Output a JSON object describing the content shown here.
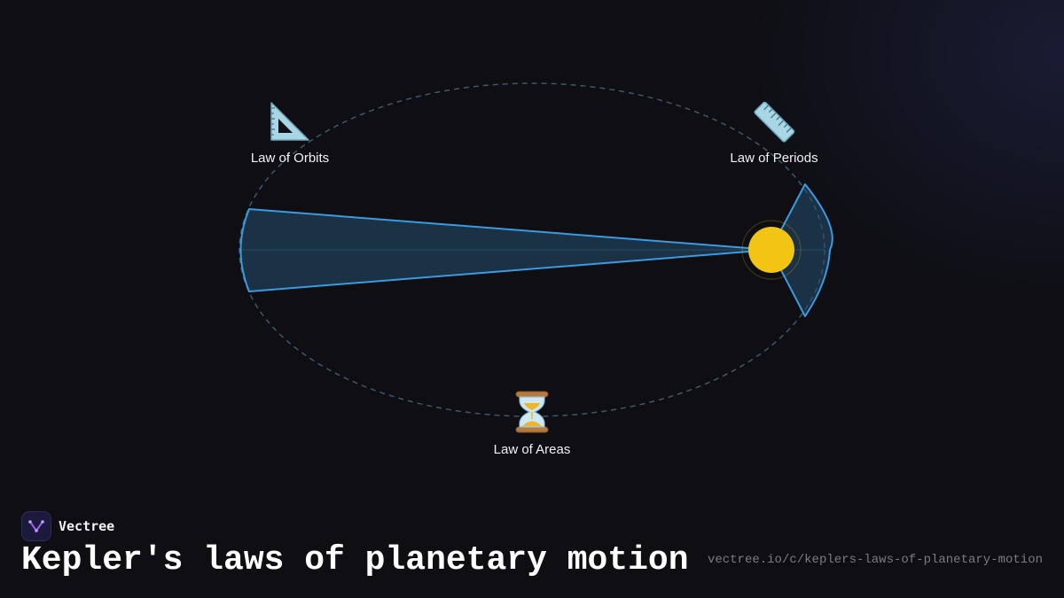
{
  "brand": {
    "name": "Vectree",
    "logo_color": "#9b5cf0"
  },
  "title": "Kepler's laws of planetary motion",
  "url": "vectree.io/c/keplers-laws-of-planetary-motion",
  "diagram": {
    "sun_color": "#f2c414",
    "orbit_color": "#3a5a72",
    "sector_color": "#3b9be0",
    "laws": [
      {
        "label": "Law of Orbits",
        "icon": "triangular-ruler-icon"
      },
      {
        "label": "Law of Periods",
        "icon": "straight-ruler-icon"
      },
      {
        "label": "Law of Areas",
        "icon": "hourglass-icon"
      }
    ]
  }
}
